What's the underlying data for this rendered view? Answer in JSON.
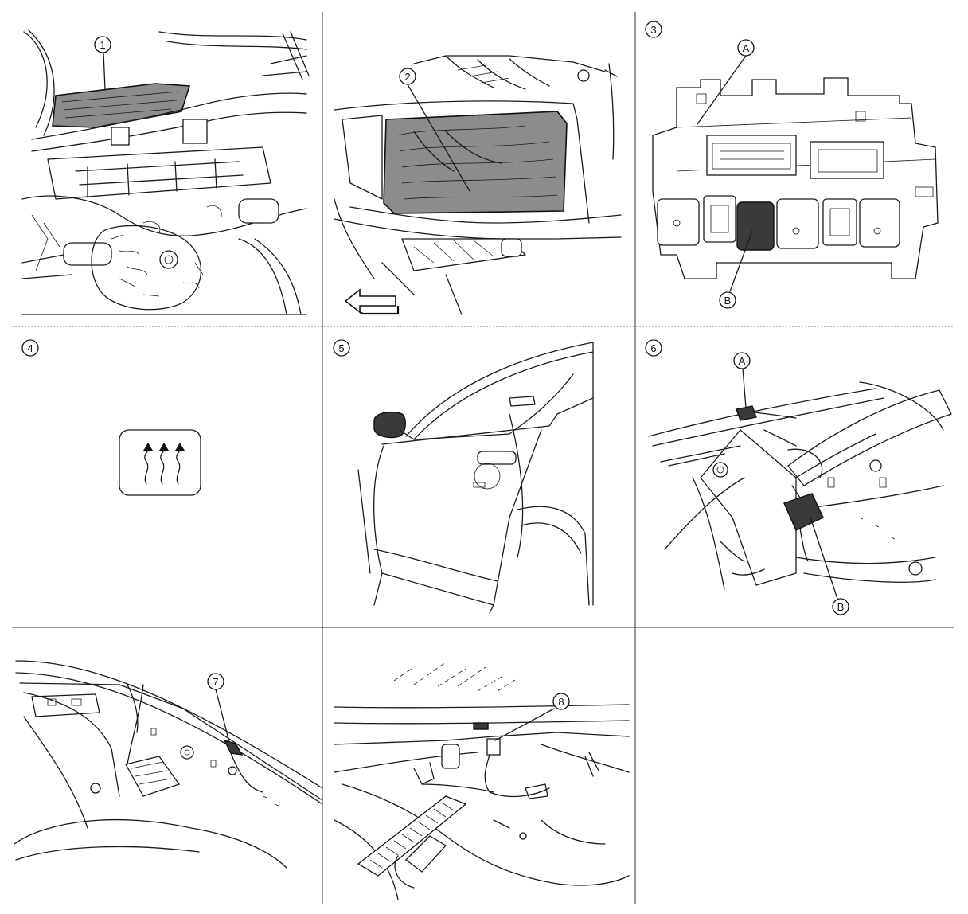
{
  "panels": [
    {
      "number": "1"
    },
    {
      "number": "2"
    },
    {
      "number": "3",
      "labels": [
        "A",
        "B"
      ]
    },
    {
      "number": "4"
    },
    {
      "number": "5"
    },
    {
      "number": "6",
      "labels": [
        "A",
        "B"
      ]
    },
    {
      "number": "7"
    },
    {
      "number": "8"
    },
    {
      "number": ""
    }
  ],
  "icons": {
    "front_arrow": "left-arrow-icon",
    "rear_defogger": "rear-defogger-icon"
  }
}
